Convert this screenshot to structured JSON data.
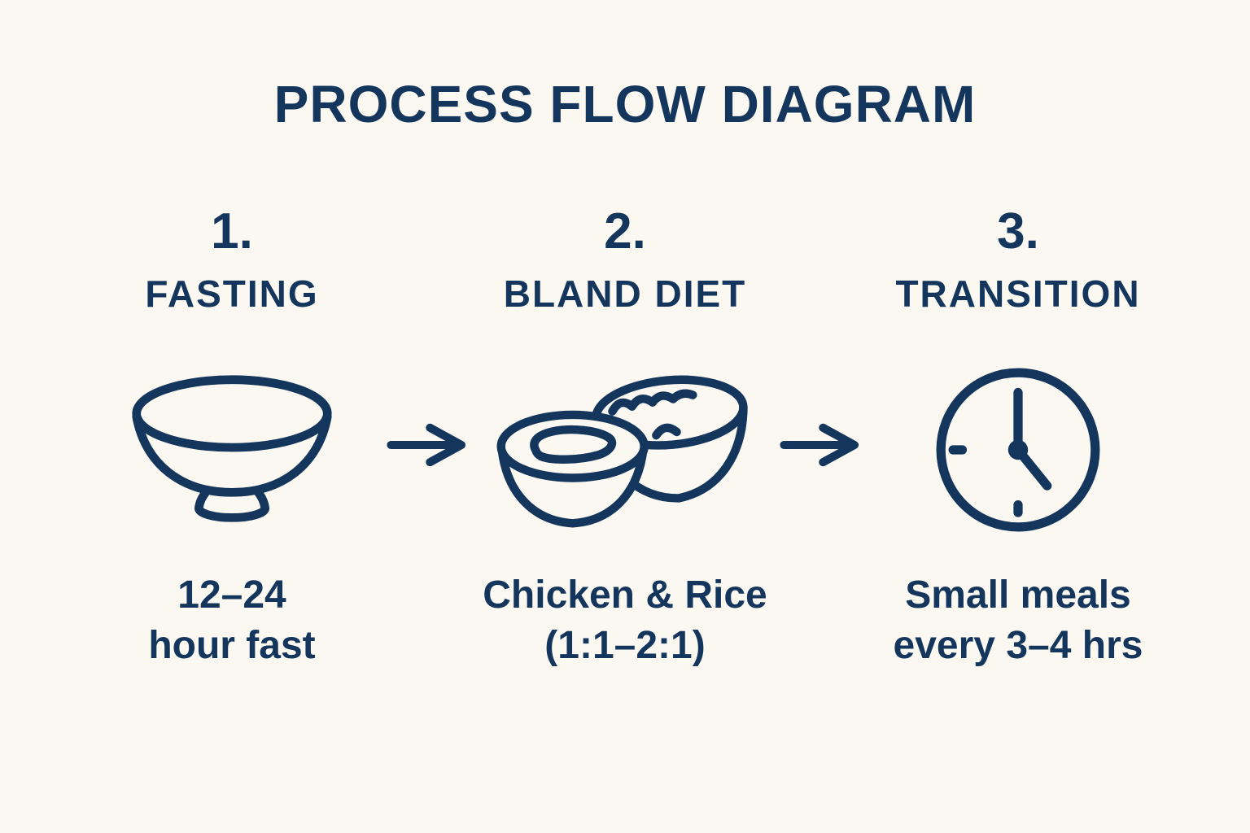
{
  "page": {
    "background_color": "#faf8f1",
    "ink_color": "#14355c"
  },
  "title": "PROCESS FLOW DIAGRAM",
  "steps": [
    {
      "number": "1.",
      "heading": "FASTING",
      "icon": "empty-bowl-icon",
      "caption": [
        "12–24",
        "hour fast"
      ]
    },
    {
      "number": "2.",
      "heading": "BLAND DIET",
      "icon": "chicken-rice-bowls-icon",
      "caption": [
        "Chicken & Rice",
        "(1:1–2:1)"
      ]
    },
    {
      "number": "3.",
      "heading": "TRANSITION",
      "icon": "clock-icon",
      "caption": [
        "Small meals",
        "every 3–4 hrs"
      ]
    }
  ],
  "connectors": [
    {
      "icon": "right-arrow-icon"
    },
    {
      "icon": "right-arrow-icon"
    }
  ]
}
